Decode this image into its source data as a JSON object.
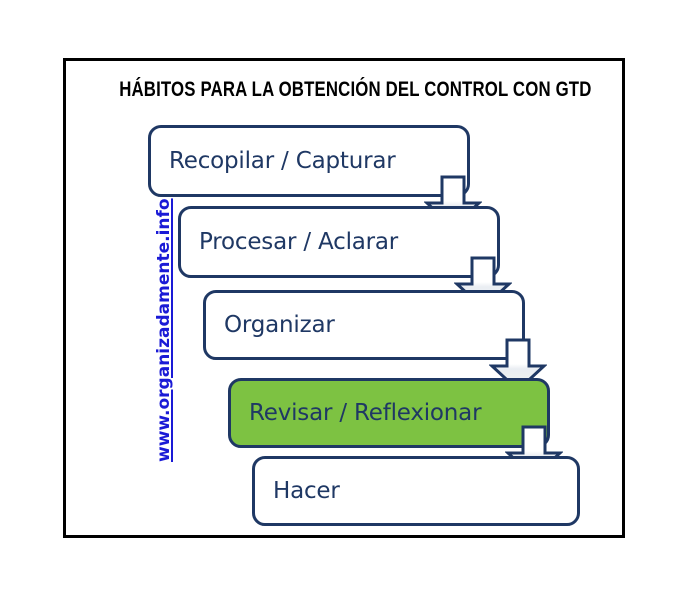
{
  "page": {
    "background_color": "#ffffff",
    "frame_color": "#000000",
    "accent_navy": "#1F3864",
    "accent_green": "#7DC242",
    "link_blue": "#1A1AD6"
  },
  "title": "HÁBITOS PARA LA OBTENCIÓN DEL CONTROL CON GTD",
  "watermark": {
    "url_text": "www.organizadamente.info",
    "orientation": "vertical-rotated-90",
    "color": "#1A1AD6"
  },
  "flow": {
    "type": "cascading-step-flow",
    "direction": "top-to-bottom-left-to-right",
    "steps": [
      {
        "index": 1,
        "label": "Recopilar / Capturar",
        "fill": "#ffffff",
        "border": "#1F3864",
        "text_color": "#1F3864"
      },
      {
        "index": 2,
        "label": "Procesar / Aclarar",
        "fill": "#ffffff",
        "border": "#1F3864",
        "text_color": "#1F3864"
      },
      {
        "index": 3,
        "label": "Organizar",
        "fill": "#ffffff",
        "border": "#1F3864",
        "text_color": "#1F3864"
      },
      {
        "index": 4,
        "label": "Revisar / Reflexionar",
        "fill": "#7DC242",
        "border": "#1F3864",
        "text_color": "#1F3864"
      },
      {
        "index": 5,
        "label": "Hacer",
        "fill": "#ffffff",
        "border": "#1F3864",
        "text_color": "#1F3864"
      }
    ],
    "connectors": [
      {
        "from": 1,
        "to": 2,
        "icon": "down-arrow",
        "fill": "#ffffff",
        "outline": "#1F3864"
      },
      {
        "from": 2,
        "to": 3,
        "icon": "down-arrow",
        "fill": "#ffffff",
        "outline": "#1F3864"
      },
      {
        "from": 3,
        "to": 4,
        "icon": "down-arrow",
        "fill": "#ffffff",
        "outline": "#1F3864"
      },
      {
        "from": 4,
        "to": 5,
        "icon": "down-arrow",
        "fill": "#ffffff",
        "outline": "#1F3864"
      }
    ]
  }
}
